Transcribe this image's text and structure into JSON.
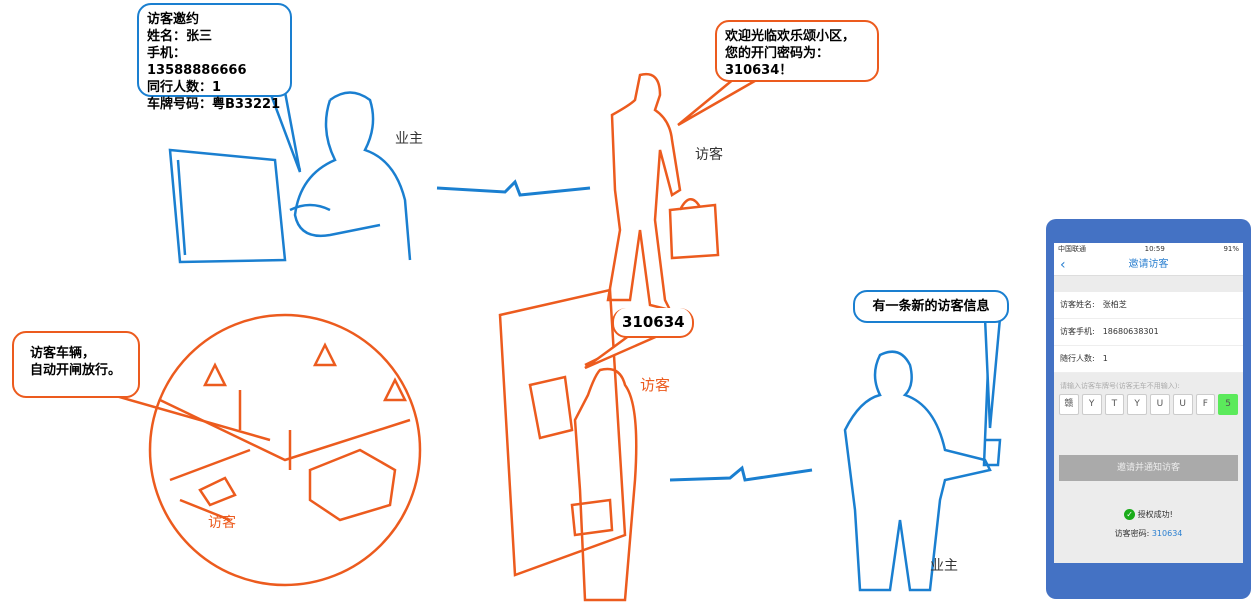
{
  "owner_bubble": {
    "lines": [
      "访客邀约",
      "姓名：张三",
      "手机：13588886666",
      "同行人数：1",
      "车牌号码：粤B33221"
    ]
  },
  "visitor_bubble": {
    "lines": [
      "欢迎光临欢乐颂小区，",
      "您的开门密码为：",
      "310634！"
    ]
  },
  "car_bubble": {
    "lines": [
      "访客车辆，",
      "自动开闸放行。"
    ]
  },
  "owner2_bubble": {
    "text": "有一条新的访客信息"
  },
  "labels": {
    "owner_top": "业主",
    "visitor_top": "访客",
    "code": "310634",
    "visitor_door": "访客",
    "visitor_car": "访客",
    "owner_bottom": "业主"
  },
  "phone": {
    "carrier": "中国联通",
    "time": "10:59",
    "battery": "91%",
    "title": "邀请访客",
    "rows": [
      {
        "label": "访客姓名:",
        "value": "张柏芝"
      },
      {
        "label": "访客手机:",
        "value": "18680638301"
      },
      {
        "label": "随行人数:",
        "value": "1"
      }
    ],
    "plate_hint": "请输入访客车牌号(访客无车不用输入):",
    "plate": [
      "赣",
      "Y",
      "T",
      "Y",
      "U",
      "U",
      "F",
      "5"
    ],
    "button": "邀请并通知访客",
    "success": "授权成功!",
    "code_label": "访客密码:",
    "code": "310634"
  },
  "colors": {
    "blue": "#1a7fd0",
    "orange": "#ec5b1e",
    "phone_frame": "#4472c4"
  }
}
